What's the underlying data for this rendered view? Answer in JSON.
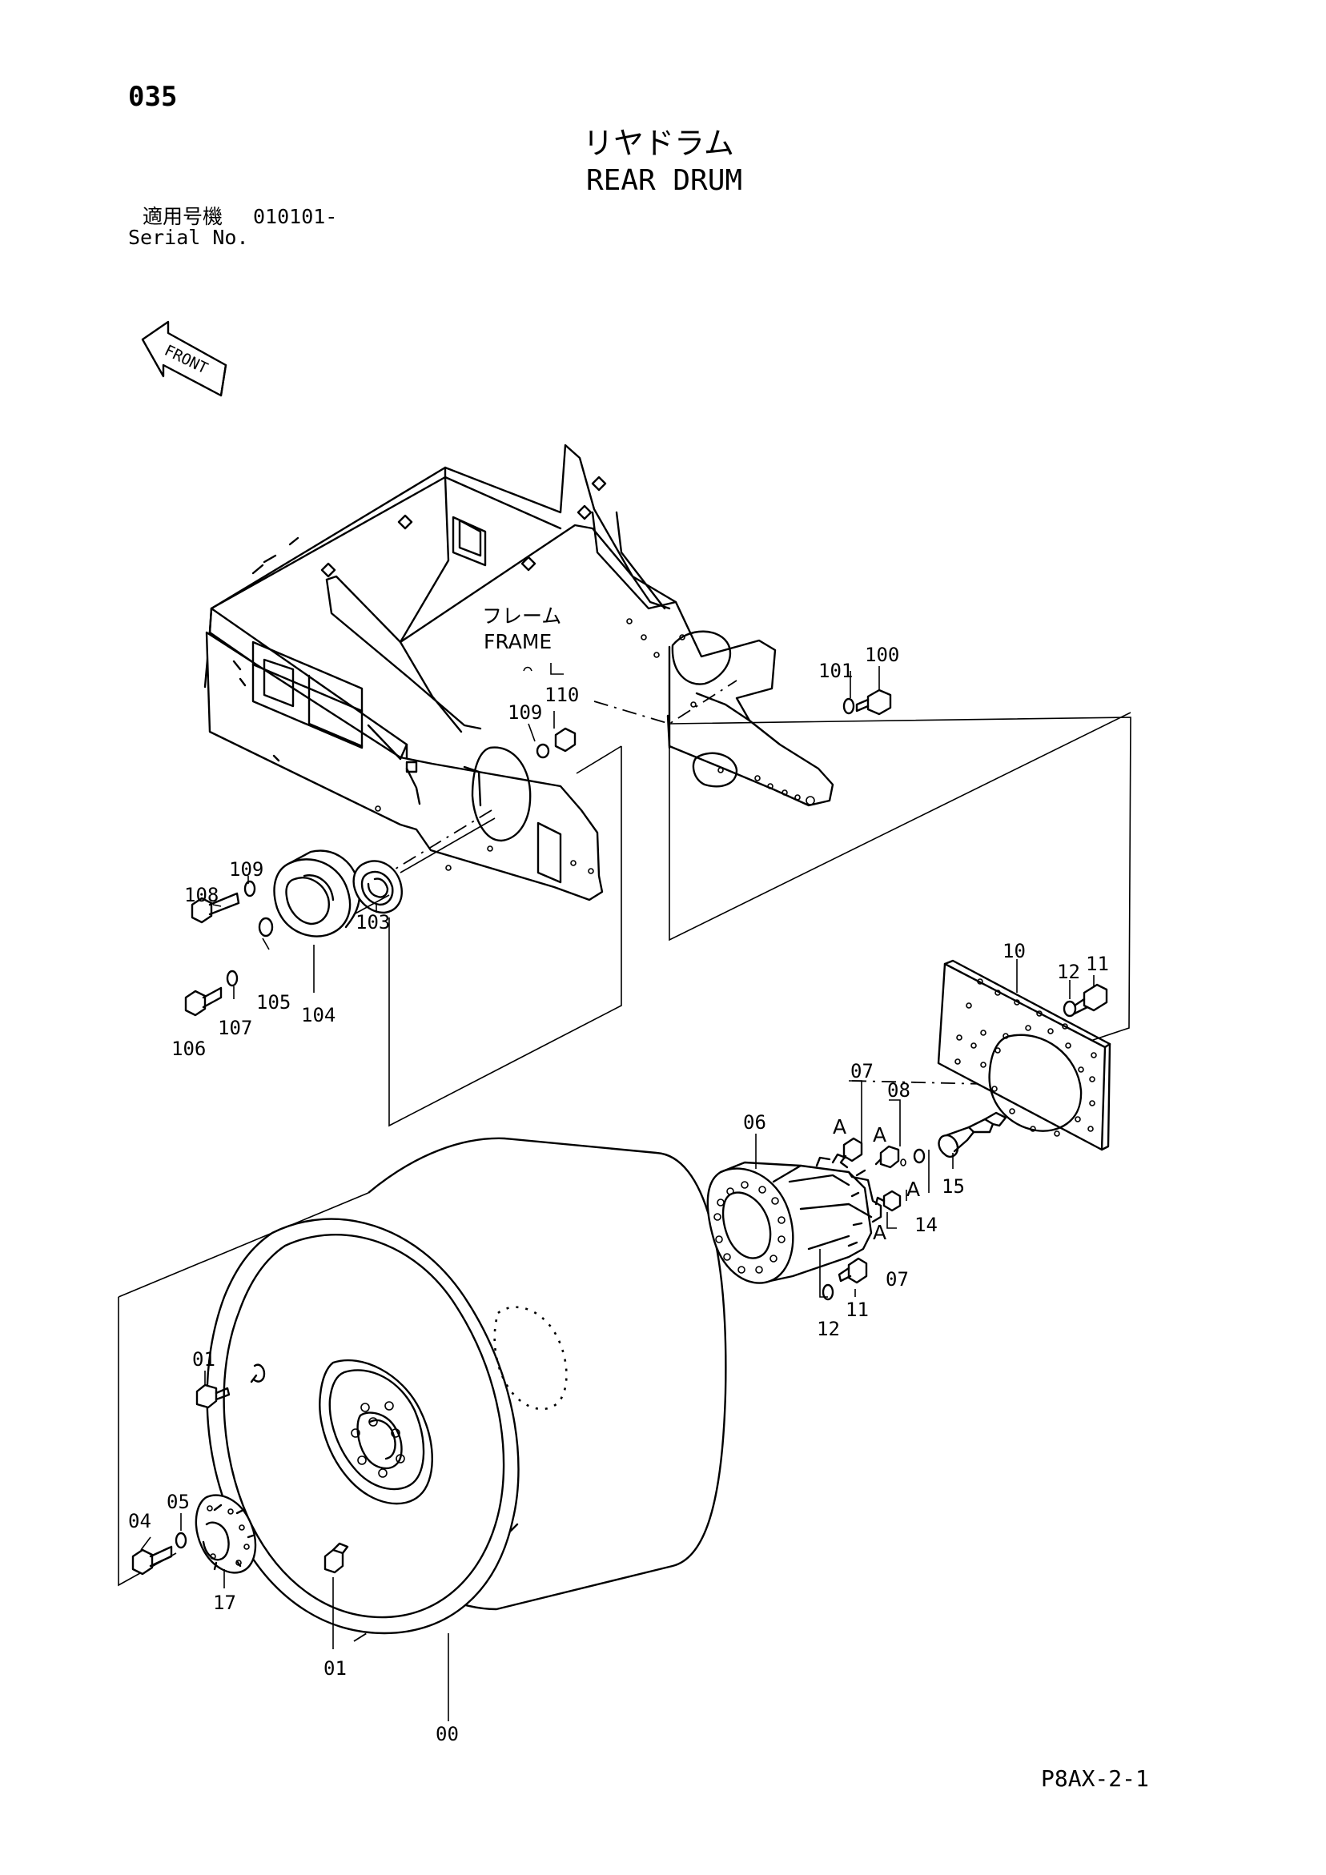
{
  "header": {
    "page_number": "035",
    "title_jp": "リヤドラム",
    "title_en": "REAR DRUM",
    "serial_label_jp": "適用号機",
    "serial_value": "010101-",
    "serial_label_en": "Serial No."
  },
  "front_arrow": {
    "label": "FRONT"
  },
  "frame_callout": {
    "label_jp": "フレーム",
    "label_en": "FRAME"
  },
  "part_labels": {
    "p00": "00",
    "p01_top": "01",
    "p01_bottom": "01",
    "p04": "04",
    "p05": "05",
    "p06": "06",
    "p07_top": "07",
    "p07_bottom": "07",
    "p08": "08",
    "p10": "10",
    "p11_top": "11",
    "p11_bottom": "11",
    "p12_top": "12",
    "p12_bottom": "12",
    "p14": "14",
    "p15": "15",
    "p17": "17",
    "p100": "100",
    "p101": "101",
    "p103": "103",
    "p104": "104",
    "p105": "105",
    "p106": "106",
    "p107": "107",
    "p108": "108",
    "p109_top": "109",
    "p109_left": "109",
    "p110": "110"
  },
  "ref_marks": {
    "a1": "A",
    "a2": "A",
    "a3": "A",
    "a4": "A"
  },
  "footer": {
    "sheet_code": "P8AX-2-1"
  }
}
